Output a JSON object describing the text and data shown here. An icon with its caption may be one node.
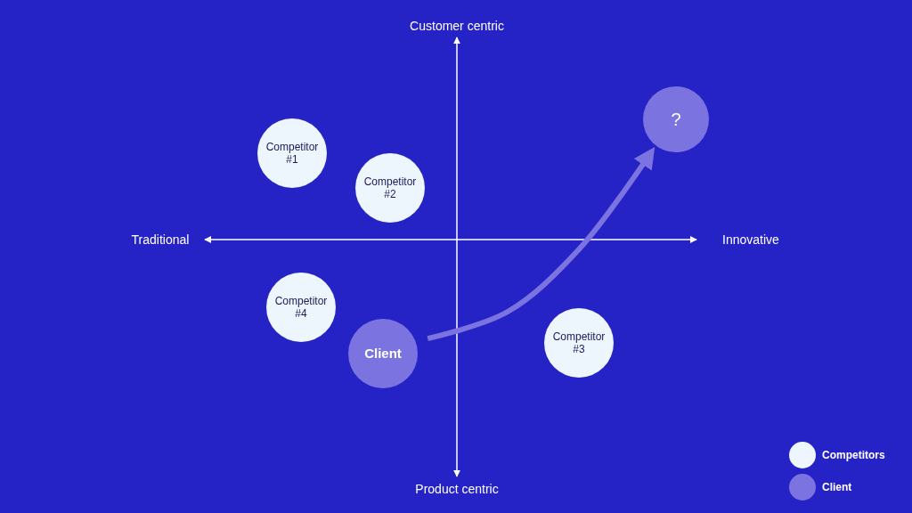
{
  "diagram": {
    "nodes": [
      {
        "text": [
          "?"
        ]
      },
      {
        "text": [
          "Competitor #1"
        ]
      },
      {
        "text": [
          "Competitor #2"
        ]
      },
      {
        "text": [
          "Competitor #4"
        ]
      },
      {
        "text": [
          "Competitor #3"
        ]
      },
      {
        "text": [
          "Client"
        ]
      }
    ],
    "edges": [
      {
        "from": 5,
        "to": 0,
        "arrow": "to"
      }
    ],
    "labels": [
      "Customer centric",
      "Traditional",
      "Innovative",
      "Product centric"
    ],
    "legend": [
      {
        "text": "Competitors",
        "color": "#eef6fd"
      },
      {
        "text": "Client",
        "color": "#7b74e0"
      }
    ]
  }
}
